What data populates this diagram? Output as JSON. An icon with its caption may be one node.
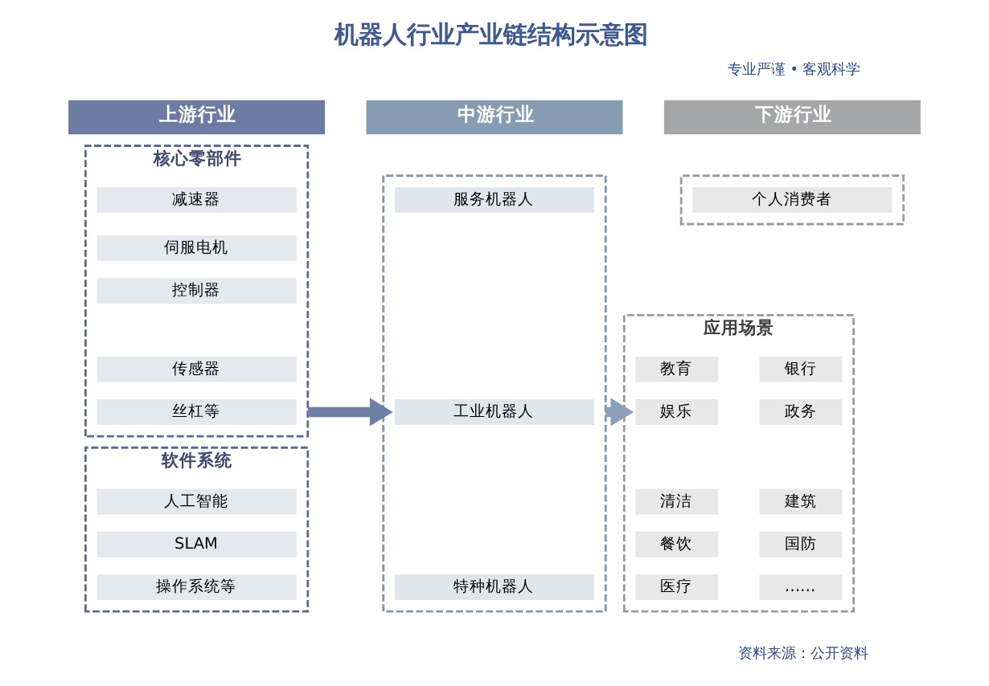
{
  "diagram": {
    "title": "机器人行业产业链结构示意图",
    "nodes": [
      {
        "text": [
          "上游行业"
        ]
      },
      {
        "text": [
          "中游行业"
        ]
      },
      {
        "text": [
          "下游行业"
        ]
      },
      {
        "text": [
          "核心零部件"
        ]
      },
      {
        "text": [
          "减速器"
        ],
        "in": 3
      },
      {
        "text": [
          "伺服电机"
        ],
        "in": 3
      },
      {
        "text": [
          "控制器"
        ],
        "in": 3
      },
      {
        "text": [
          "传感器"
        ],
        "in": 3
      },
      {
        "text": [
          "丝杠等"
        ],
        "in": 3
      },
      {
        "text": [
          "软件系统"
        ]
      },
      {
        "text": [
          "人工智能"
        ],
        "in": 9
      },
      {
        "text": [
          "SLAM"
        ],
        "in": 9
      },
      {
        "text": [
          "操作系统等"
        ],
        "in": 9
      },
      {
        "text": [],
        "shape": "box"
      },
      {
        "text": [
          "服务机器人"
        ],
        "in": 13
      },
      {
        "text": [
          "工业机器人"
        ],
        "in": 13
      },
      {
        "text": [
          "特种机器人"
        ],
        "in": 13
      },
      {
        "text": [],
        "shape": "box"
      },
      {
        "text": [
          "个人消费者"
        ],
        "in": 17
      },
      {
        "text": [
          "应用场景"
        ]
      },
      {
        "text": [
          "教育"
        ],
        "in": 19
      },
      {
        "text": [
          "银行"
        ],
        "in": 19
      },
      {
        "text": [
          "娱乐"
        ],
        "in": 19
      },
      {
        "text": [
          "政务"
        ],
        "in": 19
      },
      {
        "text": [
          "清洁"
        ],
        "in": 19
      },
      {
        "text": [
          "建筑"
        ],
        "in": 19
      },
      {
        "text": [
          "餐饮"
        ],
        "in": 19
      },
      {
        "text": [
          "国防"
        ],
        "in": 19
      },
      {
        "text": [
          "医疗"
        ],
        "in": 19
      },
      {
        "text": [
          "……"
        ],
        "in": 19
      }
    ],
    "edges": [
      {
        "from": 3,
        "to": 13,
        "arrow": "to",
        "color": "#6e7fa6"
      },
      {
        "from": 13,
        "to": 19,
        "arrow": "to",
        "color": "#8aa0b8"
      }
    ],
    "labels": [
      "专业严谨 • 客观科学",
      "资料来源：公开资料"
    ]
  }
}
